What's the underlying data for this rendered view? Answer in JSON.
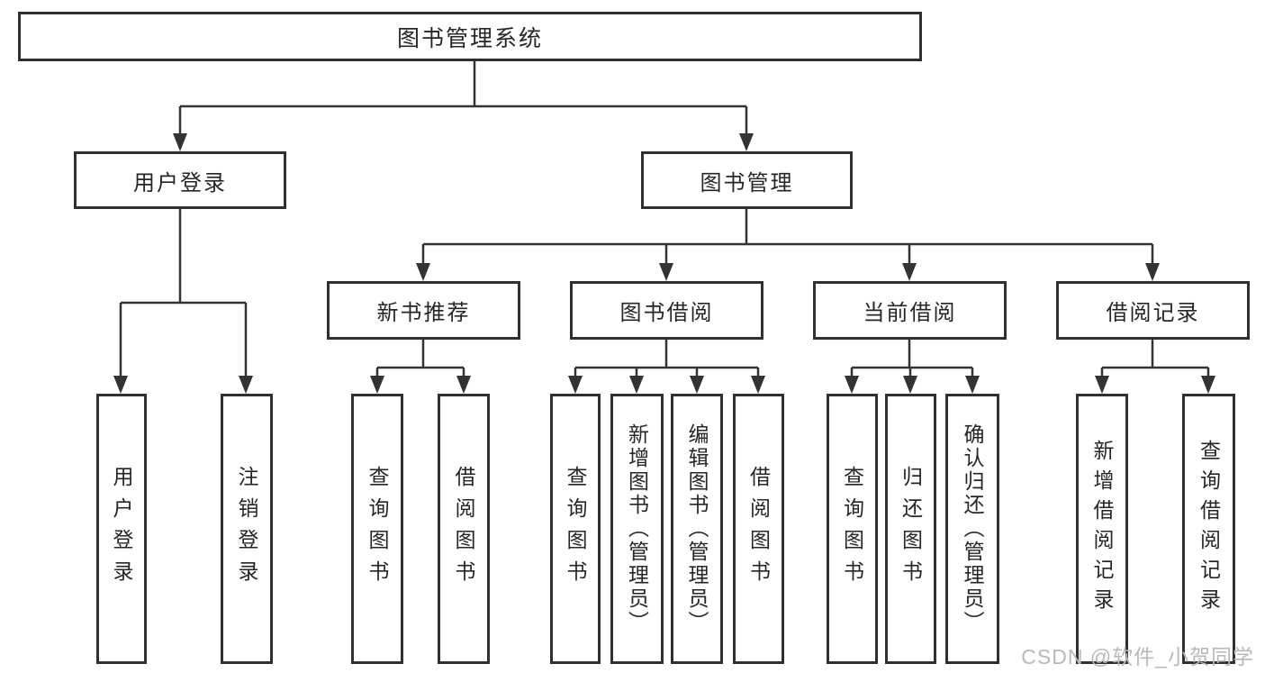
{
  "title": "图书管理系统",
  "colors": {
    "line": "#333333",
    "box_border": "#303030",
    "text": "#262626",
    "background": "#ffffff",
    "watermark": "#b9b9b9"
  },
  "tree": {
    "root": {
      "label": "图书管理系统"
    },
    "branches": [
      {
        "label": "用户登录",
        "children": [
          {
            "label": "用户登录"
          },
          {
            "label": "注销登录"
          }
        ]
      },
      {
        "label": "图书管理",
        "children": [
          {
            "label": "新书推荐",
            "children": [
              {
                "label": "查询图书"
              },
              {
                "label": "借阅图书"
              }
            ]
          },
          {
            "label": "图书借阅",
            "children": [
              {
                "label": "查询图书"
              },
              {
                "label": "新增图书（管理员）"
              },
              {
                "label": "编辑图书（管理员）"
              },
              {
                "label": "借阅图书"
              }
            ]
          },
          {
            "label": "当前借阅",
            "children": [
              {
                "label": "查询图书"
              },
              {
                "label": "归还图书"
              },
              {
                "label": "确认归还（管理员）"
              }
            ]
          },
          {
            "label": "借阅记录",
            "children": [
              {
                "label": "新增借阅记录"
              },
              {
                "label": "查询借阅记录"
              }
            ]
          }
        ]
      }
    ]
  },
  "watermark": {
    "text": "CSDN @软件_小贺同学"
  }
}
